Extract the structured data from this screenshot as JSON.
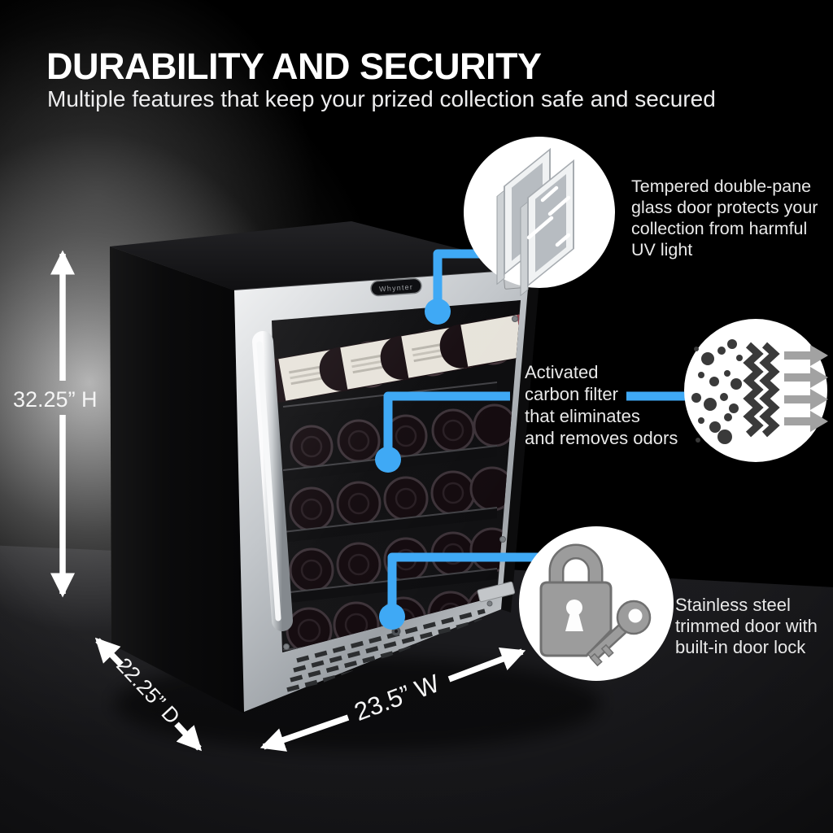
{
  "header": {
    "title": "DURABILITY AND SECURITY",
    "subtitle": "Multiple features that keep your prized collection safe and secured"
  },
  "product": {
    "brand": "Whynter",
    "type_hint": "wine cooler with stainless trimmed glass door and wine bottles on shelves"
  },
  "dimensions": {
    "height_label": "32.25” H",
    "depth_label": "22.25” D",
    "width_label": "23.5” W"
  },
  "features": [
    {
      "id": "glass",
      "icon": "double-pane-glass-icon",
      "text": "Tempered double-pane\nglass door protects your\ncollection from harmful\nUV light"
    },
    {
      "id": "carbon",
      "icon": "carbon-filter-icon",
      "text": "Activated\ncarbon filter\nthat eliminates\nand removes odors"
    },
    {
      "id": "lock",
      "icon": "lock-and-key-icon",
      "text": "Stainless steel\ntrimmed door with\nbuilt-in door lock"
    }
  ],
  "colors": {
    "accent": "#3FA9F5",
    "background": "#000000",
    "floor": "#1D1D20",
    "circle_fill": "#FFFFFF",
    "icon_gray": "#9C9C9C",
    "icon_dark": "#3A3A3A",
    "steel": "#C9CDD1",
    "text": "#EDEDEE"
  }
}
